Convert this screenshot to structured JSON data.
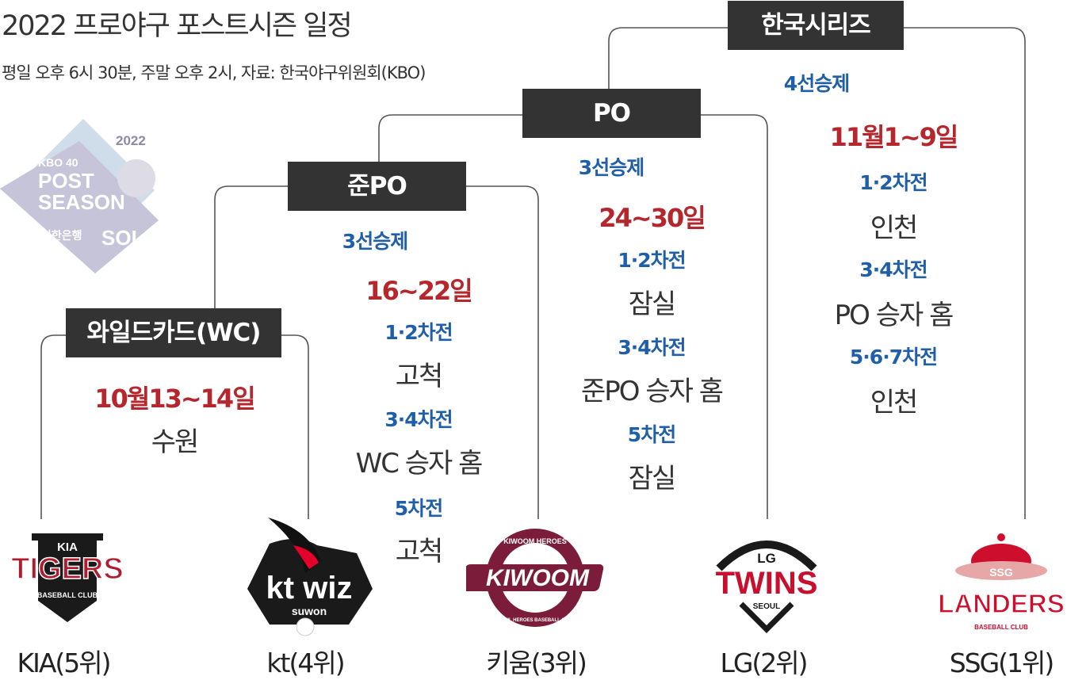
{
  "header": {
    "title": "2022 프로야구 포스트시즌 일정",
    "subtitle": "평일 오후 6시 30분, 주말 오후 2시, 자료: 한국야구위원회(KBO)"
  },
  "emblem": {
    "year": "2022",
    "line1": "KBO 40",
    "line2": "POST",
    "line3": "SEASON",
    "sponsor": "신한은행",
    "sponsor_brand": "SOL",
    "colors": {
      "diamond": "#c6c4d9",
      "top_diamond": "#cfdcea"
    }
  },
  "stages": {
    "ks": {
      "name": "한국시리즈",
      "format": "4선승제",
      "dates": "11월1~9일",
      "games": [
        {
          "label": "1·2차전",
          "venue": "인천"
        },
        {
          "label": "3·4차전",
          "venue": "PO 승자 홈"
        },
        {
          "label": "5·6·7차전",
          "venue": "인천"
        }
      ]
    },
    "po": {
      "name": "PO",
      "format": "3선승제",
      "dates": "24~30일",
      "games": [
        {
          "label": "1·2차전",
          "venue": "잠실"
        },
        {
          "label": "3·4차전",
          "venue": "준PO 승자 홈"
        },
        {
          "label": "5차전",
          "venue": "잠실"
        }
      ]
    },
    "jpo": {
      "name": "준PO",
      "format": "3선승제",
      "dates": "16~22일",
      "games": [
        {
          "label": "1·2차전",
          "venue": "고척"
        },
        {
          "label": "3·4차전",
          "venue": "WC 승자 홈"
        },
        {
          "label": "5차전",
          "venue": "고척"
        }
      ]
    },
    "wc": {
      "name": "와일드카드(WC)",
      "dates": "10월13~14일",
      "venue": "수원"
    }
  },
  "teams": [
    {
      "name": "KIA(5위)",
      "logo_text": "TIGERS",
      "logo_top": "KIA",
      "logo_sub": "BASEBALL CLUB",
      "color": "#b01c2e"
    },
    {
      "name": "kt(4위)",
      "logo_text": "kt wiz",
      "logo_sub": "suwon",
      "color": "#111111"
    },
    {
      "name": "키움(3위)",
      "logo_text": "KIWOOM",
      "logo_ring_top": "KIWOOM HEROES",
      "logo_ring_bottom": "SEOUL HEROES BASEBALL CLUB",
      "color": "#7b1d3a"
    },
    {
      "name": "LG(2위)",
      "logo_text": "TWINS",
      "logo_top": "LG",
      "logo_sub": "SEOUL",
      "color": "#c8102e"
    },
    {
      "name": "SSG(1위)",
      "logo_text": "LANDERS",
      "logo_top": "SSG",
      "logo_sub": "BASEBALL CLUB",
      "color": "#ce0e2d"
    }
  ],
  "colors": {
    "stage_bg": "#333333",
    "format_blue": "#1f5ea8",
    "date_red": "#b5272d",
    "line": "#555555"
  }
}
